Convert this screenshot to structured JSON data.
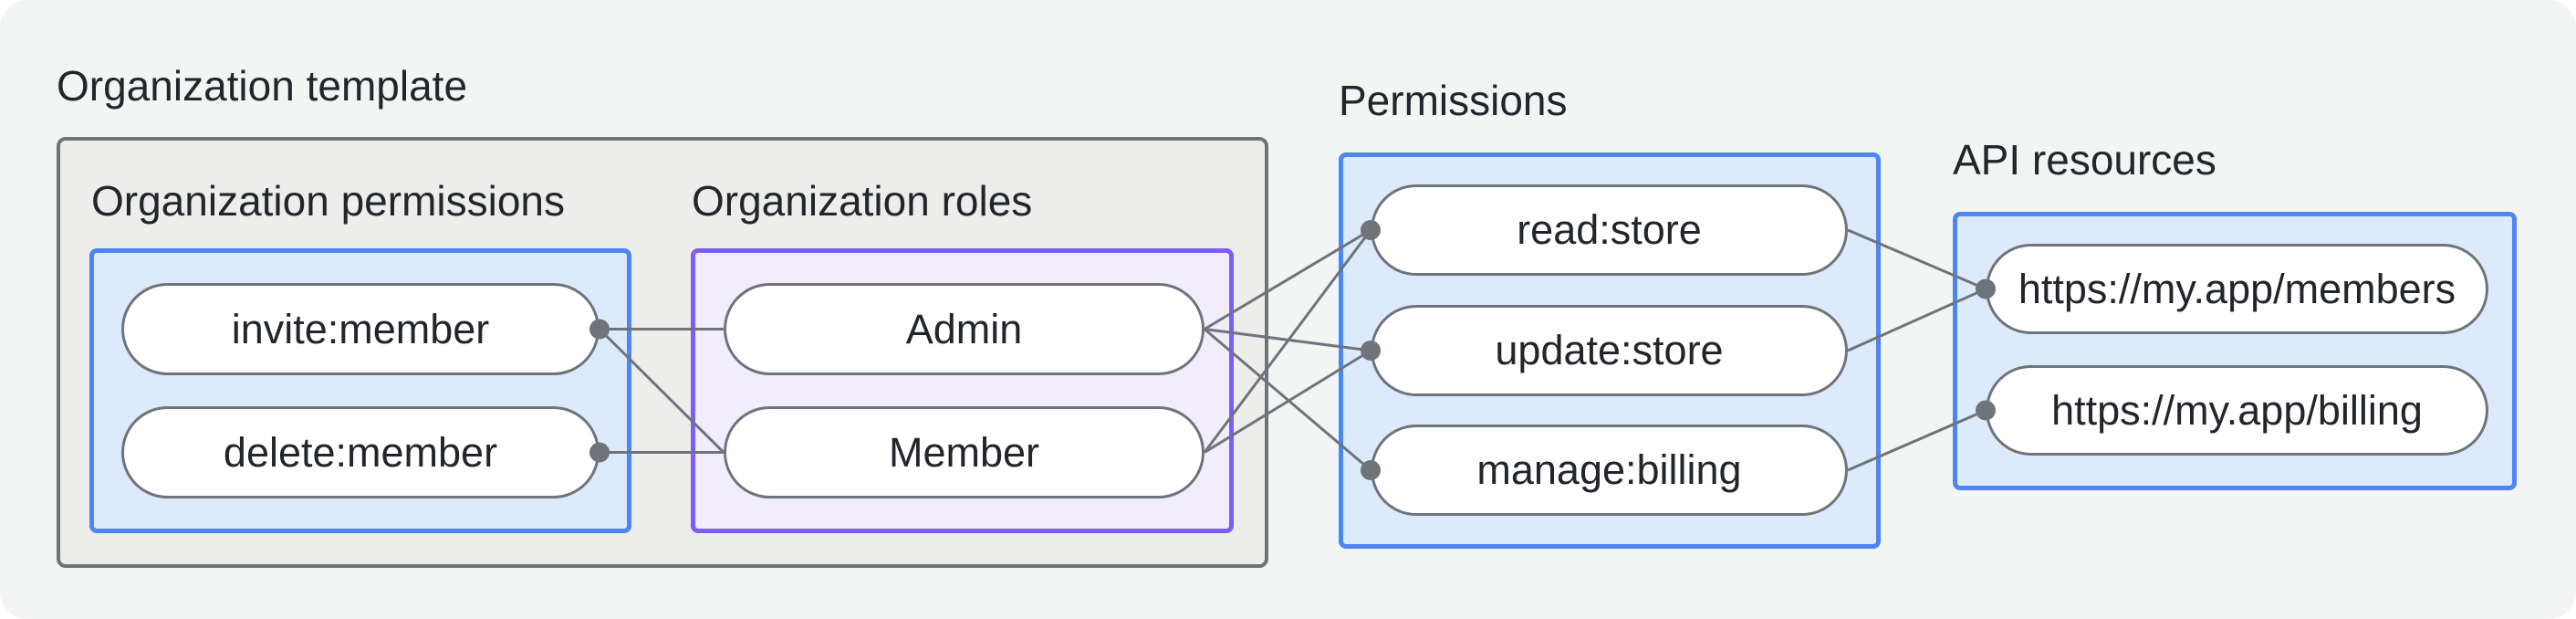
{
  "title": "Organization template",
  "groups": {
    "org_permissions": {
      "label": "Organization permissions",
      "nodes": [
        {
          "id": "invite",
          "label": "invite:member"
        },
        {
          "id": "delete",
          "label": "delete:member"
        }
      ]
    },
    "org_roles": {
      "label": "Organization roles",
      "nodes": [
        {
          "id": "admin",
          "label": "Admin"
        },
        {
          "id": "member",
          "label": "Member"
        }
      ]
    },
    "permissions": {
      "label": "Permissions",
      "nodes": [
        {
          "id": "read",
          "label": "read:store"
        },
        {
          "id": "update",
          "label": "update:store"
        },
        {
          "id": "manage",
          "label": "manage:billing"
        }
      ]
    },
    "api_resources": {
      "label": "API resources",
      "nodes": [
        {
          "id": "members_api",
          "label": "https://my.app/members"
        },
        {
          "id": "billing_api",
          "label": "https://my.app/billing"
        }
      ]
    }
  },
  "edges": [
    {
      "from": "invite",
      "fromSide": "right",
      "to": "admin",
      "toSide": "left"
    },
    {
      "from": "invite",
      "fromSide": "right",
      "to": "member",
      "toSide": "left"
    },
    {
      "from": "delete",
      "fromSide": "right",
      "to": "member",
      "toSide": "left"
    },
    {
      "from": "admin",
      "fromSide": "right",
      "to": "read",
      "toSide": "left"
    },
    {
      "from": "admin",
      "fromSide": "right",
      "to": "update",
      "toSide": "left"
    },
    {
      "from": "admin",
      "fromSide": "right",
      "to": "manage",
      "toSide": "left"
    },
    {
      "from": "member",
      "fromSide": "right",
      "to": "read",
      "toSide": "left"
    },
    {
      "from": "member",
      "fromSide": "right",
      "to": "update",
      "toSide": "left"
    },
    {
      "from": "read",
      "fromSide": "right",
      "to": "members_api",
      "toSide": "left"
    },
    {
      "from": "update",
      "fromSide": "right",
      "to": "members_api",
      "toSide": "left"
    },
    {
      "from": "manage",
      "fromSide": "right",
      "to": "billing_api",
      "toSide": "left"
    }
  ],
  "dots": [
    {
      "node": "invite",
      "side": "right"
    },
    {
      "node": "delete",
      "side": "right"
    },
    {
      "node": "read",
      "side": "left"
    },
    {
      "node": "update",
      "side": "left"
    },
    {
      "node": "manage",
      "side": "left"
    },
    {
      "node": "members_api",
      "side": "left"
    },
    {
      "node": "billing_api",
      "side": "left"
    }
  ],
  "connector_style": {
    "line_width": 3,
    "dot_radius": 11
  },
  "colors": {
    "page_bg": "#f3f5f5",
    "template_box_bg": "#edeeec",
    "template_box_border": "#6f747b",
    "blue_box_bg": "#ddeafb",
    "blue_box_border": "#4d86f0",
    "purple_box_bg": "#f2edfd",
    "purple_box_border": "#7d5cfa",
    "pill_bg": "#ffffff",
    "pill_border": "#6f747b",
    "connector": "#6f747b",
    "text": "#22262b"
  }
}
